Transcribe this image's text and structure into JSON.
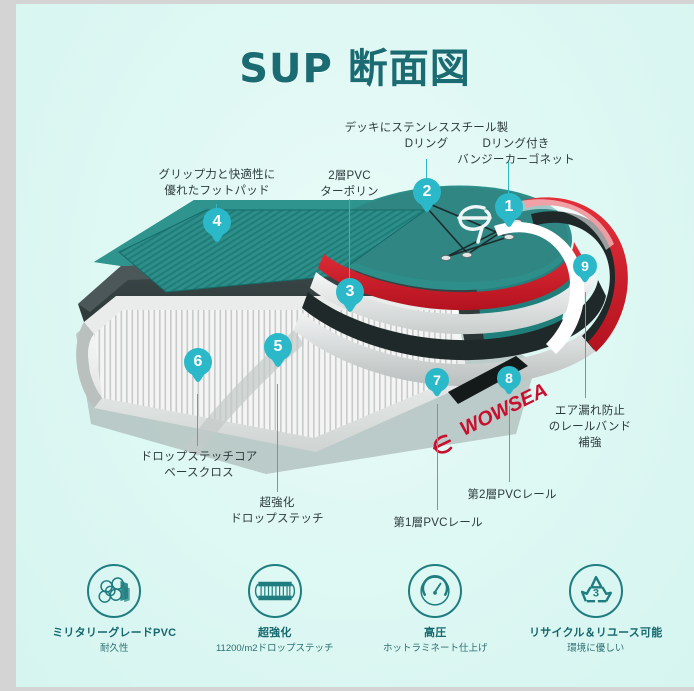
{
  "page": {
    "title": "SUP 断面図",
    "background_color": "#dcf7f3",
    "accent_color": "#2bb8c9",
    "title_color": "#1b6b73",
    "brand_text": "WOWSEA",
    "brand_color": "#c8102e"
  },
  "callouts": [
    {
      "id": 1,
      "number": "1",
      "text": "Dリング付き\nバンジーカーゴネット"
    },
    {
      "id": 2,
      "number": "2",
      "text": "デッキにステンレススチール製\nDリング"
    },
    {
      "id": 3,
      "number": "3",
      "text": "2層PVC\nターポリン"
    },
    {
      "id": 4,
      "number": "4",
      "text": "グリップ力と快適性に\n優れたフットパッド"
    },
    {
      "id": 5,
      "number": "5",
      "text": "超強化\nドロップステッチ"
    },
    {
      "id": 6,
      "number": "6",
      "text": "ドロップステッチコア\nベースクロス"
    },
    {
      "id": 7,
      "number": "7",
      "text": "第1層PVCレール"
    },
    {
      "id": 8,
      "number": "8",
      "text": "第2層PVCレール"
    },
    {
      "id": 9,
      "number": "9",
      "text": "エア漏れ防止\nのレールバンド\n補強"
    }
  ],
  "features": [
    {
      "icon": "pvc-rolls-icon",
      "title": "ミリタリーグレードPVC",
      "subtitle": "耐久性"
    },
    {
      "icon": "drop-stitch-icon",
      "title": "超強化",
      "subtitle": "11200/m2ドロップステッチ"
    },
    {
      "icon": "pressure-gauge-icon",
      "title": "高圧",
      "subtitle": "ホットラミネート仕上げ"
    },
    {
      "icon": "recycle-icon",
      "title": "リサイクル＆リユース可能",
      "subtitle": "環境に優しい"
    }
  ]
}
